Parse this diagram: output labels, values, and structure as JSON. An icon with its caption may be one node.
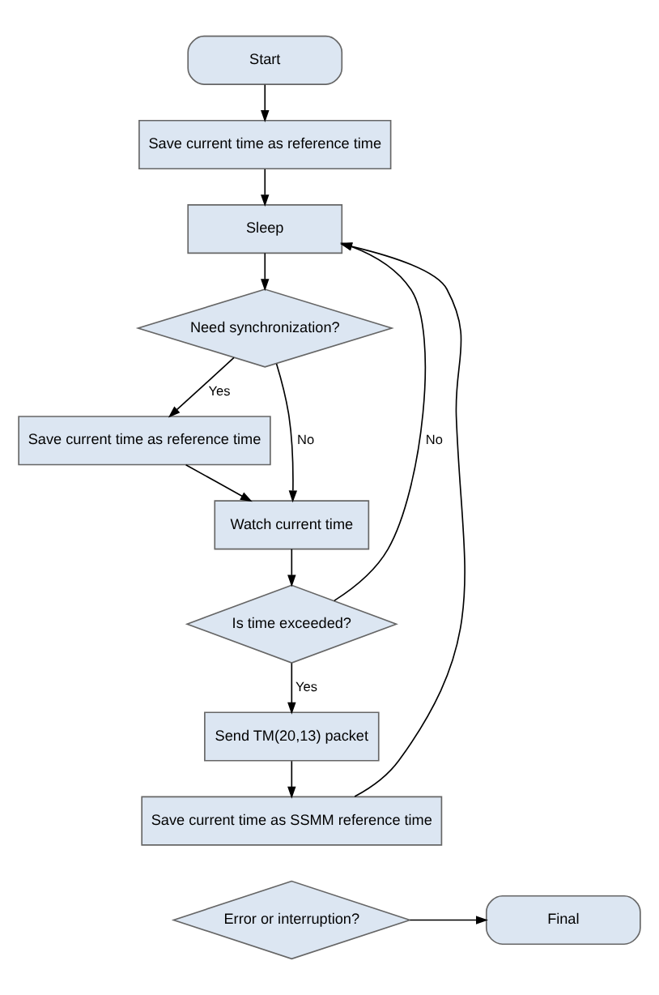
{
  "diagram": {
    "nodes": [
      {
        "text": [
          "Start"
        ]
      },
      {
        "text": [
          "Save current time as reference time"
        ]
      },
      {
        "text": [
          "Sleep"
        ]
      },
      {
        "text": [
          "Need synchronization?"
        ]
      },
      {
        "text": [
          "Save current time as reference time"
        ]
      },
      {
        "text": [
          "Watch current time"
        ]
      },
      {
        "text": [
          "Is time exceeded?"
        ]
      },
      {
        "text": [
          "Send TM(20,13) packet"
        ]
      },
      {
        "text": [
          "Save current time as SSMM reference time"
        ]
      },
      {
        "text": [
          "Error or interruption?"
        ]
      },
      {
        "text": [
          "Final"
        ]
      }
    ],
    "edges": [
      {
        "from": 0,
        "to": 1,
        "arrow": "to"
      },
      {
        "from": 1,
        "to": 2,
        "arrow": "to"
      },
      {
        "from": 2,
        "to": 3,
        "arrow": "to"
      },
      {
        "from": 3,
        "to": 4,
        "arrow": "to",
        "label": "Yes"
      },
      {
        "from": 3,
        "to": 5,
        "arrow": "to",
        "label": "No"
      },
      {
        "from": 4,
        "to": 5,
        "arrow": "to"
      },
      {
        "from": 5,
        "to": 6,
        "arrow": "to"
      },
      {
        "from": 6,
        "to": 7,
        "arrow": "to",
        "label": "Yes"
      },
      {
        "from": 7,
        "to": 8,
        "arrow": "to"
      },
      {
        "from": 6,
        "to": 2,
        "arrow": "to",
        "label": "No"
      },
      {
        "from": 8,
        "to": 2,
        "arrow": "to"
      },
      {
        "from": 9,
        "to": 10,
        "arrow": "to"
      }
    ]
  }
}
